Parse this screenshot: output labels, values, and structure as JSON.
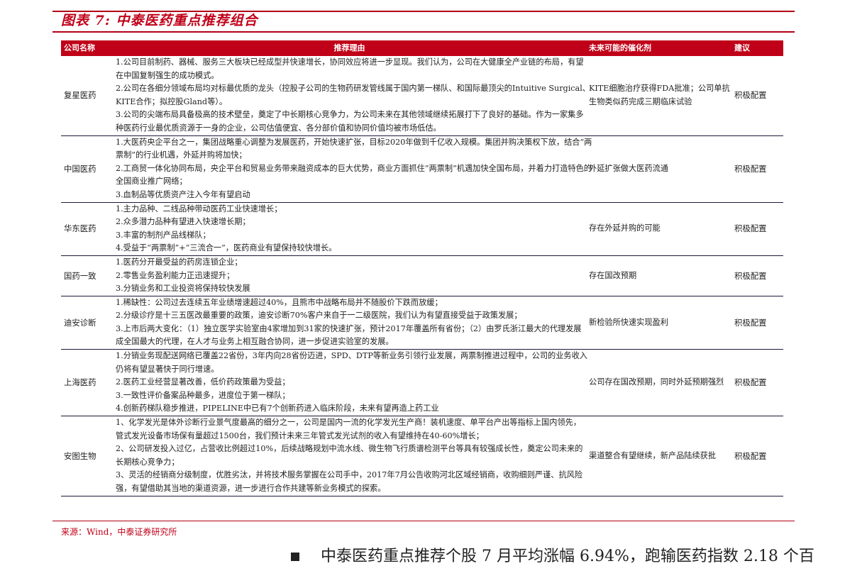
{
  "figure": {
    "title": "图表 7:  中泰医药重点推荐组合"
  },
  "table": {
    "headers": [
      "公司名称",
      "推荐理由",
      "未来可能的催化剂",
      "建议"
    ],
    "rows": [
      {
        "company": "复星医药",
        "reasons": [
          "1.公司目前制药、器械、服务三大板块已经成型并快速增长，协同效应将进一步显现。我们认为，公司在大健康全产业链的布局，有望",
          "在中国复制强生的成功模式。",
          "2.公司在各细分领域布局均对标最优质的龙头（控股子公司的生物药研发管线属于国内第一梯队、和国际最顶尖的Intuitive Surgical、",
          "KITE合作；拟控股Gland等）。",
          "3.公司的尖端布局具备极高的技术壁垒，奠定了中长期核心竞争力，为公司未来在其他领域继续拓展打下了良好的基础。作为一家集多",
          "种医药行业最优质资源于一身的企业，公司估值便宜、各分部价值和协同价值均被市场低估。"
        ],
        "catalyst": [
          "KITE细胞治疗获得FDA批准；公司单抗",
          "生物类似药完成三期临床试验"
        ],
        "advice": "积极配置"
      },
      {
        "company": "中国医药",
        "reasons": [
          "1.大医药央企平台之一，集团战略重心调整为发展医药，开始快速扩张，目标2020年做到千亿收入规模。集团并购决策权下放，结合“两",
          "票制”的行业机遇，外延并购将加快；",
          "2.工商贸一体化协同布局，央企平台和贸易业务带来融资成本的巨大优势，商业方面抓住“两票制”机遇加快全国布局，并着力打造特色的",
          "全国商业推广网络；",
          "3.血制品等优质资产注入今年有望启动"
        ],
        "catalyst": [
          "外延扩张做大医药流通"
        ],
        "advice": "积极配置"
      },
      {
        "company": "华东医药",
        "reasons": [
          "1.主力品种、二线品种带动医药工业快速增长；",
          "2.众多潜力品种有望进入快速增长期；",
          "3.丰富的制剂产品线梯队；",
          "4.受益于“两票制”+“三流合一”，医药商业有望保持较快增长。"
        ],
        "catalyst": [
          "存在外延并购的可能"
        ],
        "advice": "积极配置"
      },
      {
        "company": "国药一致",
        "reasons": [
          "1.医药分开最受益的药房连锁企业；",
          "2.零售业务盈利能力正迅速提升；",
          "3.分销业务和工业投资将保持较快发展"
        ],
        "catalyst": [
          "存在国改预期"
        ],
        "advice": "积极配置"
      },
      {
        "company": "迪安诊断",
        "reasons": [
          "1.稀缺性：公司过去连续五年业绩增速超过40%，且熊市中战略布局并不随股价下跌而放缓；",
          "2.分级诊疗是十三五医改最重要的政策，迪安诊断70%客户来自于一二级医院，我们认为有望直接受益于政策发展；",
          "3.上市后两大变化：（1）独立医学实验室由4家增加到31家的快速扩张，预计2017年覆盖所有省份；（2）由罗氏浙江最大的代理发展",
          "成全国最大的代理，在人才与业务上相互融合协同，进一步促进实验室的发展。"
        ],
        "catalyst": [
          "新检验所快速实现盈利"
        ],
        "advice": "积极配置"
      },
      {
        "company": "上海医药",
        "reasons": [
          "1.分销业务现配送网络已覆盖22省份，3年内向28省份迈进，SPD、DTP等新业务引领行业发展，两票制推进过程中，公司的业务收入",
          "仍将有望显著快于同行增速。",
          "2.医药工业经营显著改善，低价药政策最为受益；",
          "3.一致性评价备案品种最多，进度位于第一梯队；",
          "4.创新药梯队稳步推进，PIPELINE中已有7个创新药进入临床阶段，未来有望再造上药工业"
        ],
        "catalyst": [
          "公司存在国改预期，同时外延预期强烈"
        ],
        "advice": "积极配置"
      },
      {
        "company": "安图生物",
        "reasons": [
          "1、化学发光是体外诊断行业景气度最高的细分之一，公司是国内一流的化学发光生产商！装机速度、单平台产出等指标上国内领先，",
          "管式发光设备市场保有量超过1500台，我们预计未来三年管式发光试剂的收入有望维持在40-60%增长；",
          "2、公司研发投入过亿，占营收比例超过10%，后续战略规划中流水线、微生物飞行质谱检测平台等具有较强成长性，奠定公司未来的",
          "长期核心竞争力；",
          "3、灵活的经销商分级制度，优胜劣汰，并将技术服务掌握在公司手中，2017年7月公告收购河北区域经销商，收购细则严谨、抗风险",
          "强，有望借助其当地的渠道资源，进一步进行合作共建等新业务模式的探索。"
        ],
        "catalyst": [
          "渠道整合有望继续，新产品陆续获批"
        ],
        "advice": "积极配置"
      }
    ]
  },
  "source": "来源：Wind，中泰证券研究所",
  "bottom_text": "中泰医药重点推荐个股 7 月平均涨幅 6.94%，跑输医药指数 2.18 个百"
}
